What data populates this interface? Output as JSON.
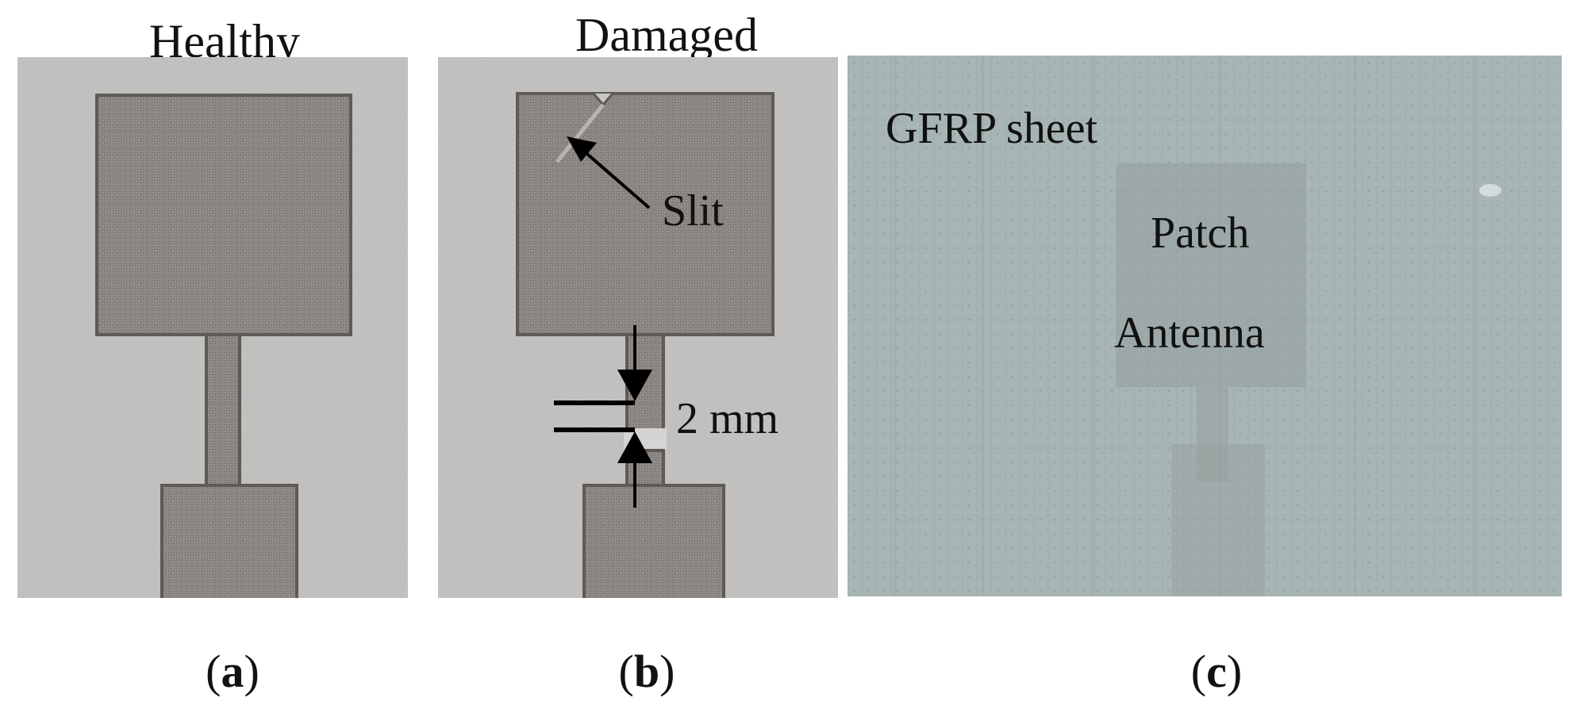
{
  "panels": {
    "a": {
      "heading": "Healthy",
      "caption_letter": "a"
    },
    "b": {
      "heading": "Damaged",
      "caption_letter": "b",
      "slit_label": "Slit",
      "gap_label": "2 mm"
    },
    "c": {
      "caption_letter": "c",
      "sheet_label": "GFRP sheet",
      "patch_label_line1": "Patch",
      "patch_label_line2": "Antenna"
    }
  },
  "colors": {
    "paper": "#c9c8c6",
    "copper_mesh": "#8a8580",
    "gfrp": "#aab7b7",
    "antenna_shadow": "#97a1a0"
  },
  "icons": {
    "slit_pointer": "arrow-icon",
    "gap_top": "arrow-down-icon",
    "gap_bottom": "arrow-up-icon"
  }
}
